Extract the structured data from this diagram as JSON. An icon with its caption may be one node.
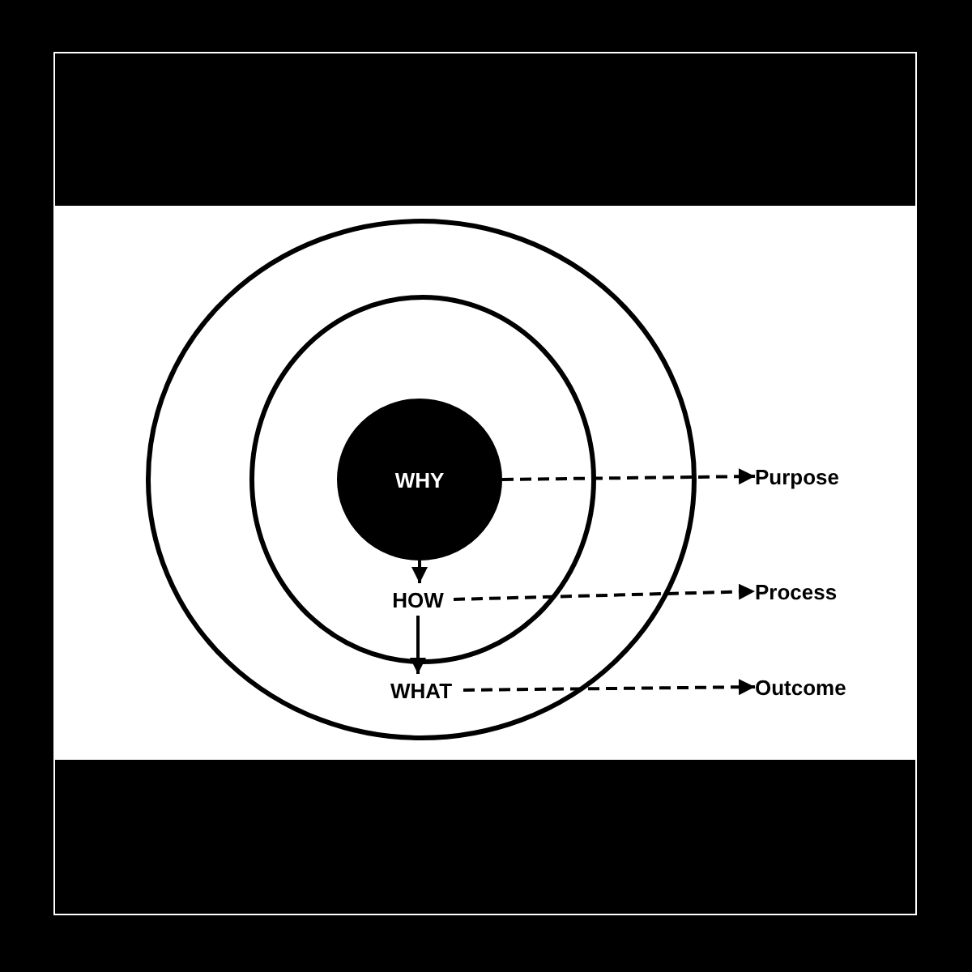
{
  "diagram": {
    "nodes": [
      {
        "text": [],
        "shape": "circle"
      },
      {
        "text": [],
        "shape": "circle",
        "in": 0
      },
      {
        "text": [
          "WHY"
        ],
        "in": 1
      },
      {
        "text": [
          "HOW"
        ],
        "in": 1
      },
      {
        "text": [
          "WHAT"
        ],
        "in": 0
      },
      {
        "text": [
          "Purpose"
        ]
      },
      {
        "text": [
          "Process"
        ]
      },
      {
        "text": [
          "Outcome"
        ]
      }
    ],
    "edges": [
      {
        "from": 2,
        "to": 3,
        "arrow": "to"
      },
      {
        "from": 3,
        "to": 4,
        "arrow": "to"
      },
      {
        "from": 2,
        "to": 5,
        "arrow": "to",
        "style": "dashed"
      },
      {
        "from": 3,
        "to": 6,
        "arrow": "to",
        "style": "dashed"
      },
      {
        "from": 4,
        "to": 7,
        "arrow": "to",
        "style": "dashed"
      }
    ]
  }
}
